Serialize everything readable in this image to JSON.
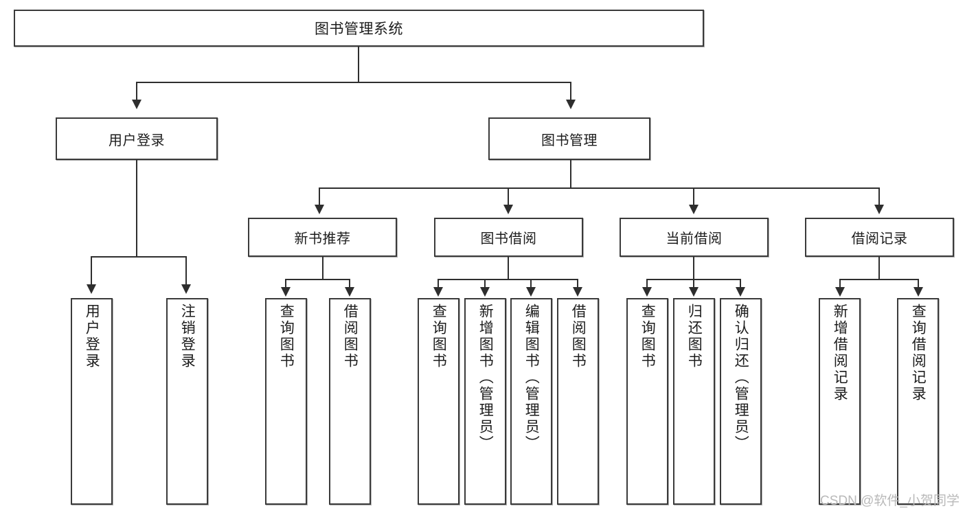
{
  "diagram": {
    "title": "图书管理系统",
    "type": "tree",
    "watermark": "CSDN @软件_小贺同学",
    "colors": {
      "box_border": "#3a3a3a",
      "connector": "#2e2e2e",
      "background": "#ffffff",
      "text": "#1c1c1c",
      "watermark": "#b9b9b9"
    },
    "root": {
      "label": "图书管理系统"
    },
    "level2": [
      {
        "label": "用户登录"
      },
      {
        "label": "图书管理"
      }
    ],
    "level3": [
      {
        "label": "新书推荐"
      },
      {
        "label": "图书借阅"
      },
      {
        "label": "当前借阅"
      },
      {
        "label": "借阅记录"
      }
    ],
    "leaves": {
      "user_login": [
        {
          "label": "用户登录"
        },
        {
          "label": "注销登录"
        }
      ],
      "new_book": [
        {
          "label": "查询图书"
        },
        {
          "label": "借阅图书"
        }
      ],
      "book_borrow": [
        {
          "label": "查询图书"
        },
        {
          "label": "新增图书（管理员）"
        },
        {
          "label": "编辑图书（管理员）"
        },
        {
          "label": "借阅图书"
        }
      ],
      "current_borrow": [
        {
          "label": "查询图书"
        },
        {
          "label": "归还图书"
        },
        {
          "label": "确认归还（管理员）"
        }
      ],
      "borrow_record": [
        {
          "label": "新增借阅记录"
        },
        {
          "label": "查询借阅记录"
        }
      ]
    }
  }
}
